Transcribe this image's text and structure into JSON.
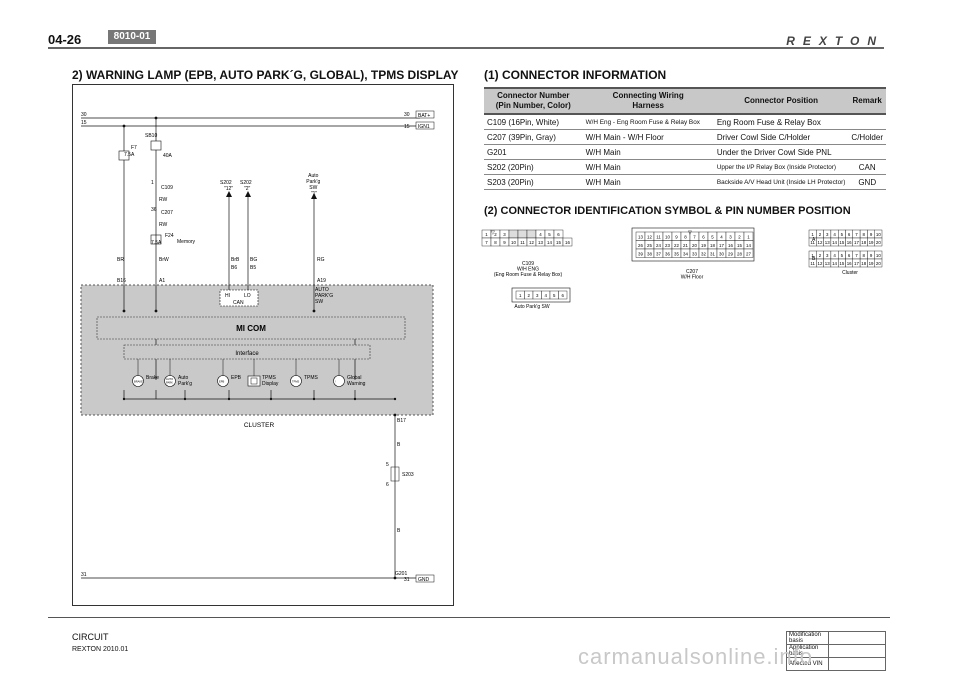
{
  "header": {
    "page_number": "04-26",
    "section_code": "8010-01",
    "brand_logo": "REXTON"
  },
  "left": {
    "title": "2) WARNING LAMP (EPB, AUTO PARK´G, GLOBAL), TPMS DISPLAY",
    "diagram": {
      "rail_30": "30",
      "rail_15": "15",
      "rail_31": "31",
      "bat_plus": "BAT+",
      "ign1": "IGN1",
      "gnd": "GND",
      "f7": "F7",
      "f7_rating": "7.5A",
      "sb10": "SB10",
      "sb10_rating": "40A",
      "f24": "F24",
      "f24_rating": "7.5A",
      "pin_1": "1",
      "pin_36": "36",
      "c109": "C109",
      "c207": "C207",
      "rw_1": "RW",
      "rw_2": "RW",
      "memory": "Memory",
      "br": "BR",
      "b16": "B16",
      "brw": "BrW",
      "a1": "A1",
      "s202_a": "S202",
      "s202_a_pin": "\"12\"",
      "s202_b": "S202",
      "s202_b_pin": "\"2\"",
      "brb": "BrB",
      "b6": "B6",
      "bg": "BG",
      "b5": "B5",
      "auto_parkg_sw": "Auto\nPark'g\nSW\n\"1\"",
      "rg": "RG",
      "a19": "A19",
      "auto_parkg_sw_label": "AUTO\nPARK'G\nSW",
      "hi": "HI",
      "lo": "LO",
      "can": "CAN",
      "mi_com": "MI COM",
      "interface": "Interface",
      "lamps": [
        {
          "icon": "BRAKE",
          "label": "Brake"
        },
        {
          "icon": "AUTO\nPARK",
          "label": "Auto\nPark'g"
        },
        {
          "icon": "EPB",
          "label": "EPB"
        },
        {
          "icon": "",
          "label": "TPMS\nDisplay"
        },
        {
          "icon": "TPMS",
          "label": "TPMS"
        },
        {
          "icon": "!",
          "label": "Global\nWarning"
        }
      ],
      "cluster": "CLUSTER",
      "b17": "B17",
      "b_1": "B",
      "s203": "S203",
      "pin_5": "5",
      "pin_6": "6",
      "b_2": "B",
      "g201": "G201"
    }
  },
  "right": {
    "conn_info_title": "(1) CONNECTOR INFORMATION",
    "table": {
      "headers": [
        "Connector Number\n(Pin Number, Color)",
        "Connecting Wiring\nHarness",
        "Connector Position",
        "Remark"
      ],
      "rows": [
        [
          "C109 (16Pin, White)",
          "W/H Eng - Eng Room Fuse & Relay Box",
          "Eng Room Fuse & Relay Box",
          ""
        ],
        [
          "C207 (39Pin, Gray)",
          "W/H Main - W/H Floor",
          "Driver Cowl Side C/Holder",
          "C/Holder"
        ],
        [
          "G201",
          "W/H Main",
          "Under the Driver Cowl Side PNL",
          ""
        ],
        [
          "S202 (20Pin)",
          "W/H Main",
          "Upper the I/P Relay Box (Inside Protector)",
          "CAN"
        ],
        [
          "S203 (20Pin)",
          "W/H Main",
          "Backside A/V Head Unit (Inside LH Protector)",
          "GND"
        ]
      ]
    },
    "conn_id_title": "(2) CONNECTOR IDENTIFICATION SYMBOL & PIN NUMBER POSITION",
    "c109": {
      "row1": [
        "1",
        "2",
        "3",
        "",
        "",
        "",
        "4",
        "5",
        "6"
      ],
      "row2": [
        "7",
        "8",
        "9",
        "10",
        "11",
        "12",
        "13",
        "14",
        "15",
        "16"
      ],
      "caption": "C109\nW/H ENG\n(Eng Room Fuse & Relay Box)"
    },
    "c207": {
      "row1": [
        "13",
        "12",
        "11",
        "10",
        "9",
        "8",
        "7",
        "6",
        "5",
        "4",
        "3",
        "2",
        "1"
      ],
      "row2": [
        "26",
        "25",
        "24",
        "23",
        "22",
        "21",
        "20",
        "19",
        "18",
        "17",
        "16",
        "15",
        "14"
      ],
      "row3": [
        "39",
        "38",
        "37",
        "36",
        "35",
        "34",
        "33",
        "32",
        "31",
        "30",
        "29",
        "28",
        "27"
      ],
      "caption": "C207\nW/H Floor"
    },
    "cluster": {
      "label_a": "A",
      "label_b": "B",
      "row1": [
        "1",
        "2",
        "3",
        "4",
        "5",
        "6",
        "7",
        "8",
        "9",
        "10"
      ],
      "row2": [
        "11",
        "12",
        "13",
        "14",
        "15",
        "16",
        "17",
        "18",
        "19",
        "20"
      ],
      "caption": "Cluster"
    },
    "auto_parkg": {
      "pins": [
        "1",
        "2",
        "3",
        "4",
        "5",
        "6"
      ],
      "caption": "Auto Park'g SW"
    }
  },
  "footer": {
    "circuit": "CIRCUIT",
    "model": "REXTON 2010.01",
    "modification": "Modification basis",
    "application": "Application basis",
    "affected": "Affected VIN",
    "watermark": "carmanualsonline.info"
  }
}
